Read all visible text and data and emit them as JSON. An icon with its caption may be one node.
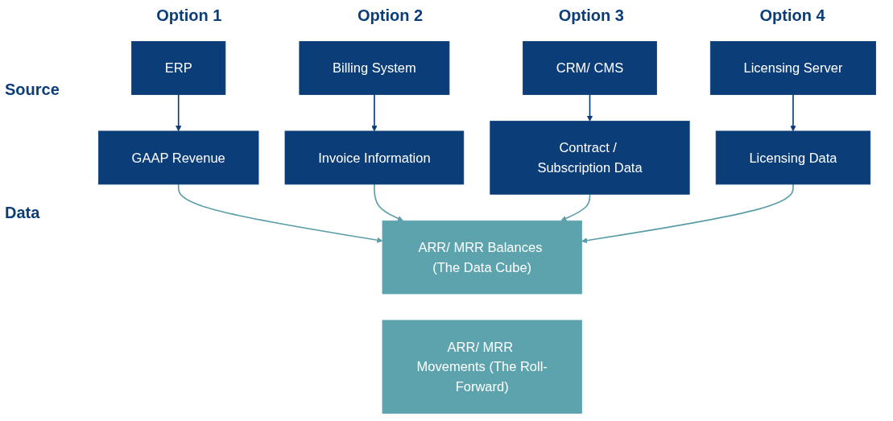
{
  "diagram": {
    "nodes": [
      {
        "text": [
          "ERP"
        ]
      },
      {
        "text": [
          "Billing System"
        ]
      },
      {
        "text": [
          "CRM/ CMS"
        ]
      },
      {
        "text": [
          "Licensing Server"
        ]
      },
      {
        "text": [
          "GAAP Revenue"
        ]
      },
      {
        "text": [
          "Invoice Information"
        ]
      },
      {
        "text": [
          "Contract / Subscription Data"
        ]
      },
      {
        "text": [
          "Licensing Data"
        ]
      },
      {
        "text": [
          "ARR/ MRR Balances (The Data Cube)"
        ]
      },
      {
        "text": [
          "ARR/ MRR Movements (The Roll-Forward)"
        ]
      }
    ],
    "edges": [
      {
        "from": 0,
        "to": 4,
        "arrow": "to"
      },
      {
        "from": 1,
        "to": 5,
        "arrow": "to"
      },
      {
        "from": 2,
        "to": 6,
        "arrow": "to"
      },
      {
        "from": 3,
        "to": 7,
        "arrow": "to"
      },
      {
        "from": 4,
        "to": 8,
        "arrow": "to",
        "color": "#5b9ea8"
      },
      {
        "from": 5,
        "to": 8,
        "arrow": "to",
        "color": "#5b9ea8"
      },
      {
        "from": 6,
        "to": 8,
        "arrow": "to",
        "color": "#5b9ea8"
      },
      {
        "from": 7,
        "to": 8,
        "arrow": "to",
        "color": "#5b9ea8"
      }
    ],
    "labels": [
      "Option 1",
      "Option 2",
      "Option 3",
      "Option 4",
      "Source",
      "Data"
    ]
  }
}
